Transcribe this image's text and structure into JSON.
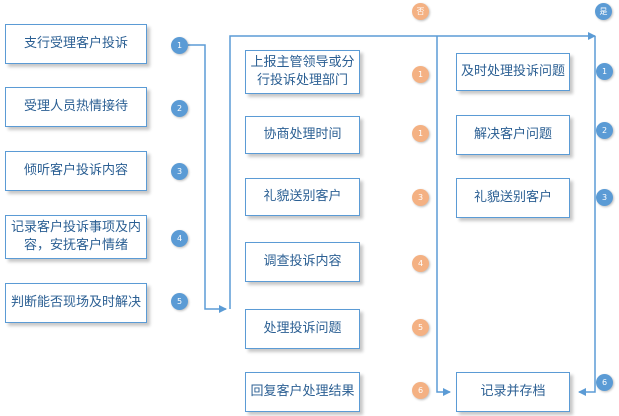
{
  "left_column": {
    "steps": [
      {
        "text": "支行受理客户投诉",
        "badge": "1"
      },
      {
        "text": "受理人员热情接待",
        "badge": "2"
      },
      {
        "text": "倾听客户投诉内容",
        "badge": "3"
      },
      {
        "text": "记录客户投诉事项及内容，安抚客户情绪",
        "badge": "4"
      },
      {
        "text": "判断能否现场及时解决",
        "badge": "5"
      }
    ]
  },
  "branch_no": {
    "label": "否",
    "steps": [
      {
        "text": "上报主管领导或分行投诉处理部门",
        "badge": "1"
      },
      {
        "text": "协商处理时间",
        "badge": "1"
      },
      {
        "text": "礼貌送别客户",
        "badge": "3"
      },
      {
        "text": "调查投诉内容",
        "badge": "4"
      },
      {
        "text": "处理投诉问题",
        "badge": "5"
      },
      {
        "text": "回复客户处理结果",
        "badge": "6"
      }
    ]
  },
  "branch_yes": {
    "label": "是",
    "steps": [
      {
        "text": "及时处理投诉问题",
        "badge": "1"
      },
      {
        "text": "解决客户问题",
        "badge": "2"
      },
      {
        "text": "礼貌送别客户",
        "badge": "3"
      },
      {
        "text": "记录并存档",
        "badge": "6"
      }
    ]
  },
  "colors": {
    "box_border": "#5b9bd5",
    "box_text": "#2b5f93",
    "badge_blue": "#5b9bd5",
    "badge_orange": "#f4b183",
    "connector": "#5b9bd5"
  }
}
